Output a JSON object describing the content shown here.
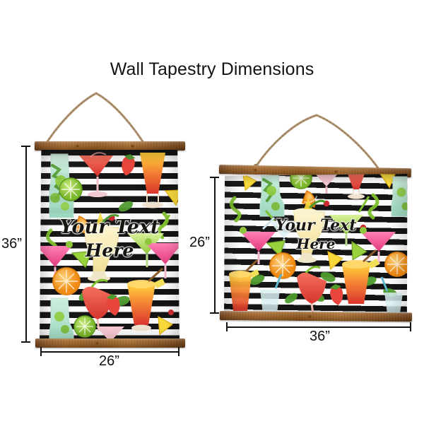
{
  "page": {
    "title": "Wall Tapestry Dimensions",
    "background_color": "#ffffff"
  },
  "theme": {
    "text_color": "#131313",
    "wood_color": "#92591f",
    "wood_dark": "#6b3d15",
    "rope_color": "#b19472",
    "stripe_dark": "#141414",
    "stripe_light": "#fbfbfb",
    "accent_orange": "#f5a623",
    "accent_lime": "#8cc63f",
    "accent_pink": "#ef5a8c",
    "accent_red": "#e0473f"
  },
  "products": [
    {
      "id": "tapestry-portrait",
      "name": "Wall Tapestry (portrait)",
      "orientation": "portrait",
      "artwork": {
        "design_name": "Cocktails with stripes",
        "line1": "Your Text",
        "line2": "Here"
      },
      "dimensions": {
        "height_label": "36”",
        "width_label": "26”",
        "height_value": 36,
        "width_value": 26,
        "unit": "inches"
      }
    },
    {
      "id": "tapestry-landscape",
      "name": "Wall Tapestry (landscape)",
      "orientation": "landscape",
      "artwork": {
        "design_name": "Cocktails with stripes",
        "line1": "Your Text",
        "line2": "Here"
      },
      "dimensions": {
        "height_label": "26”",
        "width_label": "36”",
        "height_value": 26,
        "width_value": 36,
        "unit": "inches"
      }
    }
  ],
  "hardware": {
    "top_rod_name": "wooden-dowel-rod",
    "bottom_rod_name": "wooden-dowel-rod",
    "hanger_name": "rope-hanger"
  }
}
